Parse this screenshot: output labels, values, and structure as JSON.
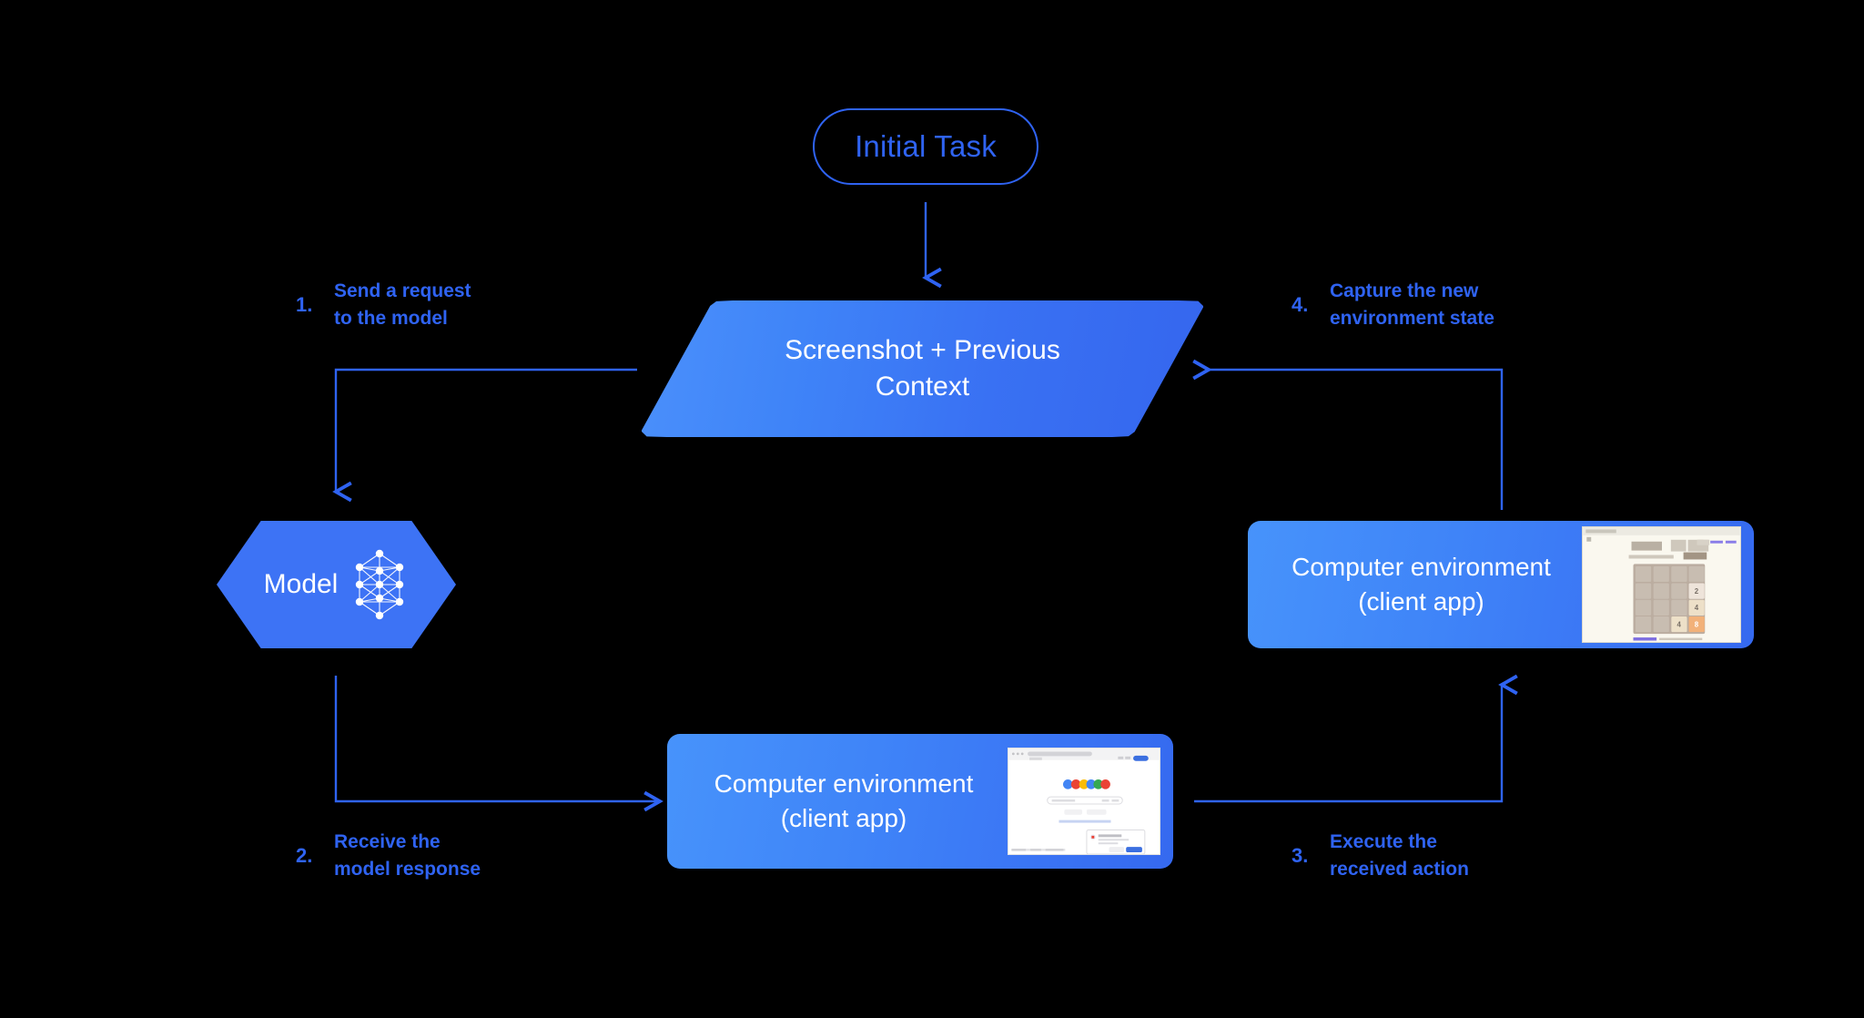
{
  "diagram": {
    "title_node": {
      "label": "Initial Task"
    },
    "context_node": {
      "line1": "Screenshot + Previous",
      "line2": "Context"
    },
    "model_node": {
      "label": "Model",
      "icon": "neural-network-icon"
    },
    "env_right": {
      "line1": "Computer environment",
      "line2": "(client app)",
      "thumbnail": "2048-game-screenshot"
    },
    "env_bottom": {
      "line1": "Computer environment",
      "line2": "(client app)",
      "thumbnail": "google-search-screenshot"
    },
    "steps": [
      {
        "num": "1.",
        "text": "Send a request\nto the model"
      },
      {
        "num": "2.",
        "text": "Receive the\nmodel response"
      },
      {
        "num": "3.",
        "text": "Execute the\nreceived action"
      },
      {
        "num": "4.",
        "text": "Capture the new\nenvironment state"
      }
    ],
    "colors": {
      "background": "#000000",
      "accent_blue": "#2f63f2",
      "shape_blue_light": "#4b90fb",
      "shape_blue_dark": "#3566ee",
      "hex_blue": "#3d73f5",
      "text_white": "#ffffff"
    },
    "thumb_2048": {
      "site_title": "2048.org",
      "tiles": [
        [
          "",
          "",
          "",
          ""
        ],
        [
          "",
          "",
          "",
          "2"
        ],
        [
          "",
          "",
          "",
          "4"
        ],
        [
          "",
          "",
          "4",
          "8"
        ]
      ]
    },
    "thumb_google": {
      "logo": "Google"
    }
  }
}
